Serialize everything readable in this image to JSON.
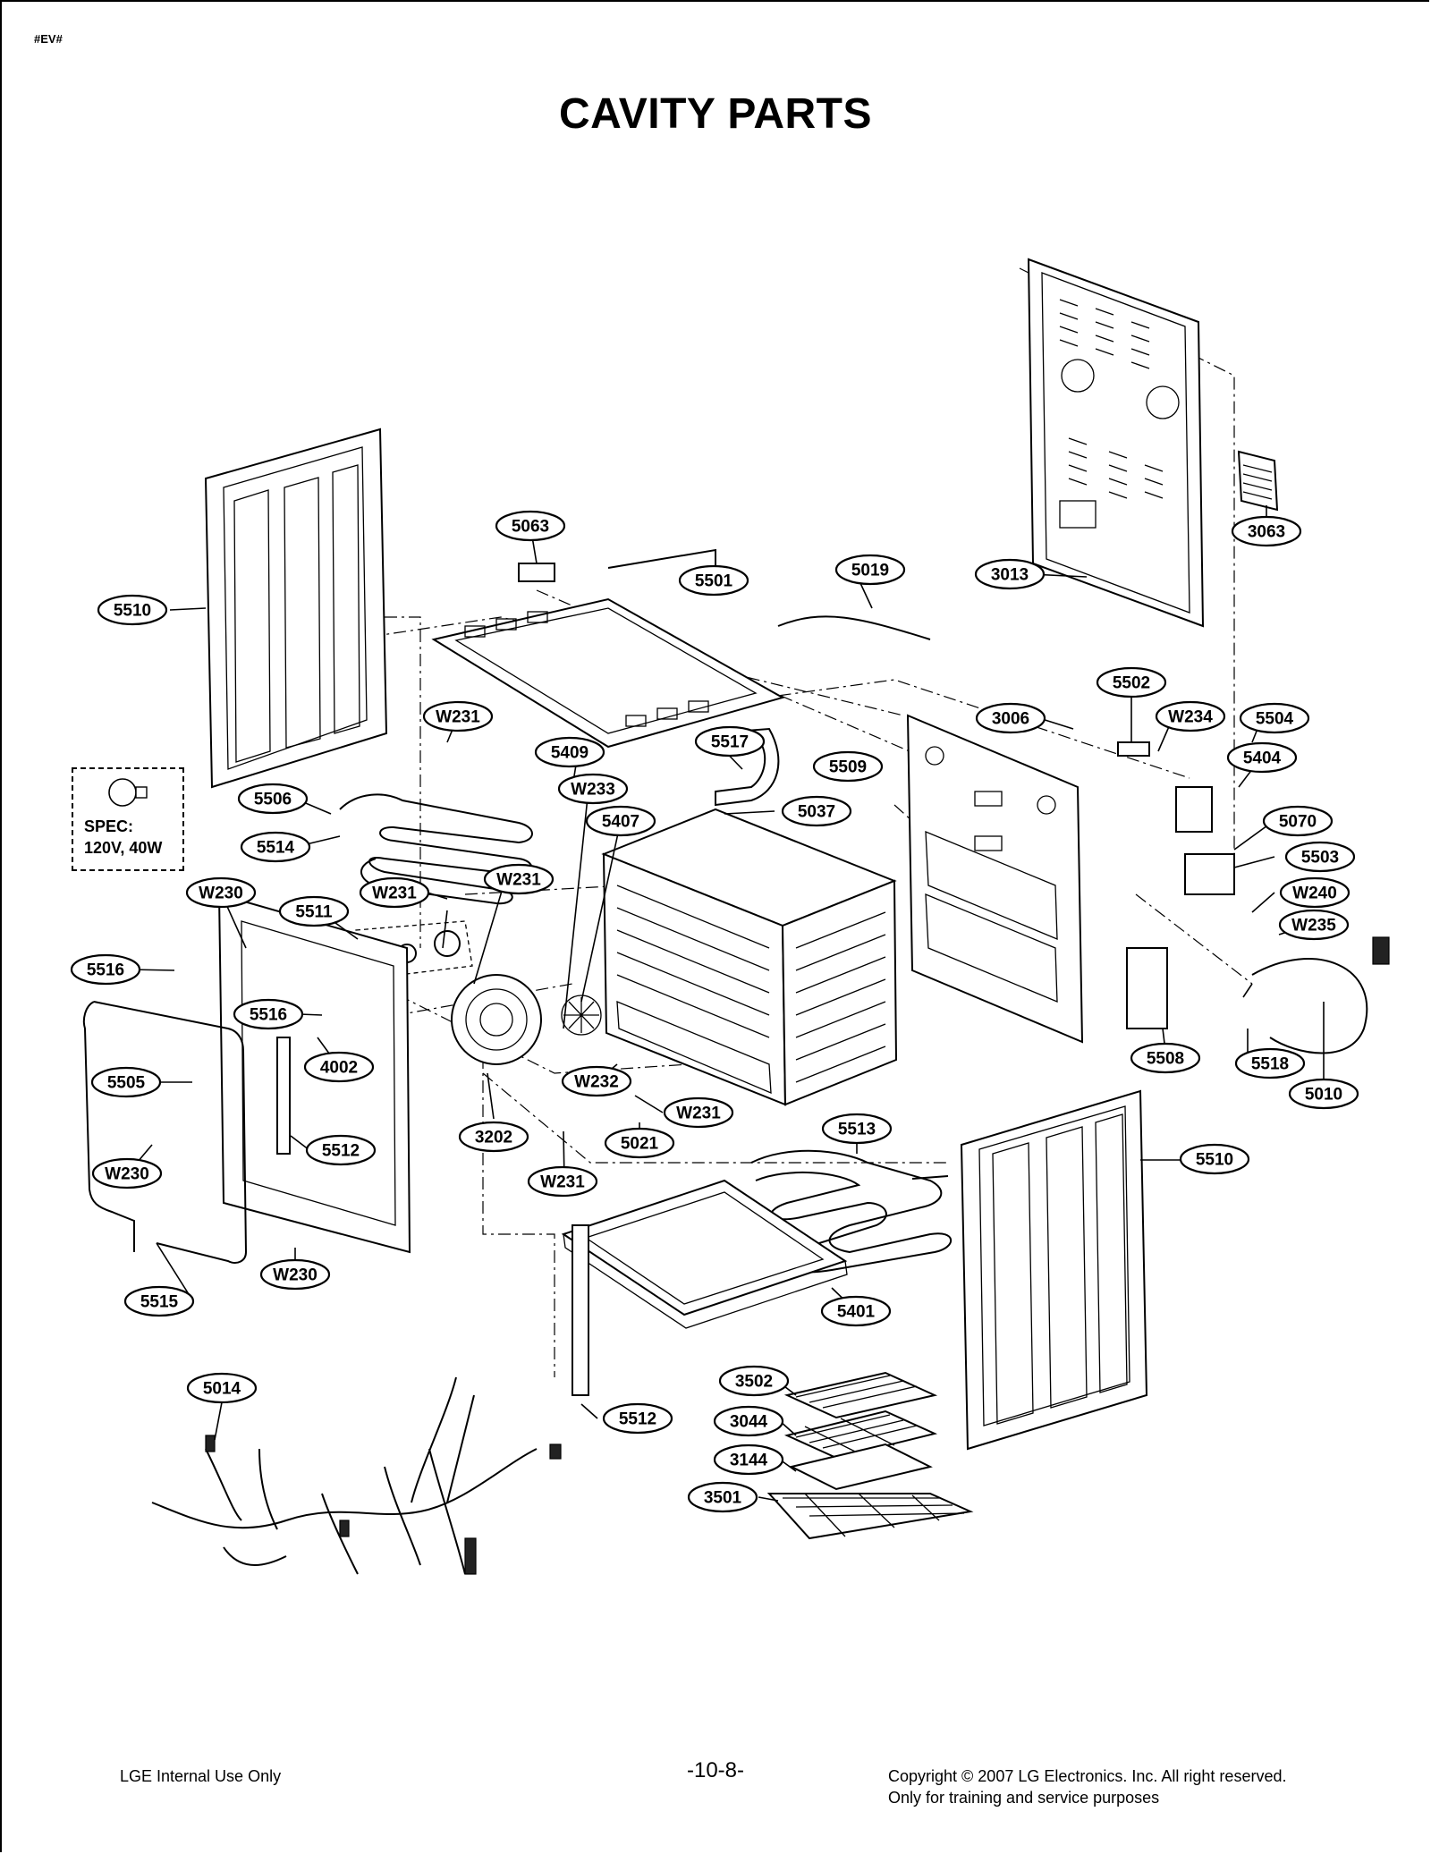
{
  "doc_tag": "#EV#",
  "title": "CAVITY PARTS",
  "spec": {
    "line1": "SPEC:",
    "line2": "120V, 40W"
  },
  "callouts": [
    "5063",
    "5501",
    "5019",
    "3013",
    "3063",
    "5510",
    "5502",
    "3006",
    "W234",
    "5504",
    "W231",
    "5409",
    "5517",
    "5509",
    "5404",
    "5506",
    "W233",
    "5407",
    "5037",
    "5070",
    "5514",
    "5503",
    "W230",
    "W231",
    "W231",
    "W240",
    "5511",
    "W235",
    "5516",
    "5516",
    "4002",
    "5508",
    "5518",
    "5010",
    "5505",
    "W232",
    "W231",
    "3202",
    "5021",
    "5513",
    "5512",
    "5510",
    "W230",
    "W231",
    "W230",
    "5401",
    "5515",
    "5014",
    "3502",
    "5512",
    "3044",
    "3144",
    "3501"
  ],
  "footer": {
    "left": "LGE Internal Use Only",
    "center": "-10-8-",
    "right_line1": "Copyright © 2007 LG Electronics. Inc. All right reserved.",
    "right_line2": "Only for training and service purposes"
  }
}
